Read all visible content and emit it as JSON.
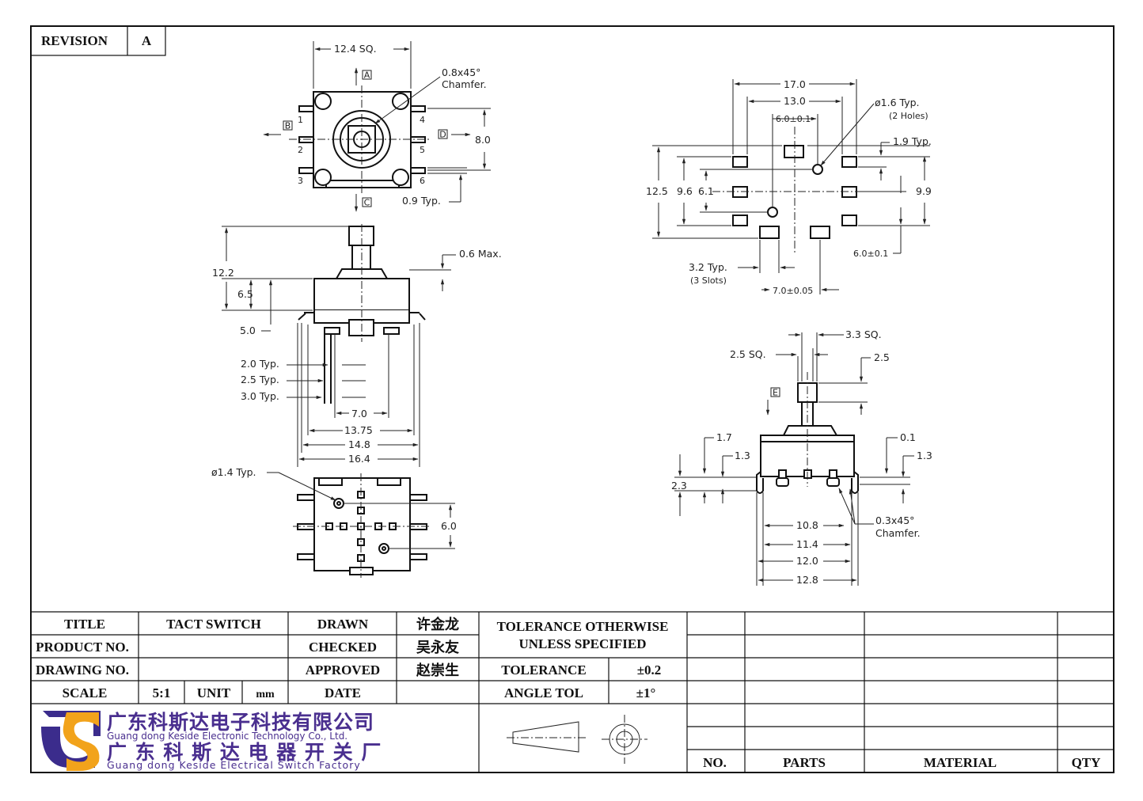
{
  "revision": {
    "label": "REVISION",
    "value": "A"
  },
  "title_block": {
    "title_label": "TITLE",
    "title_value": "TACT SWITCH",
    "product_no_label": "PRODUCT NO.",
    "product_no_value": "",
    "drawing_no_label": "DRAWING NO.",
    "drawing_no_value": "",
    "scale_label": "SCALE",
    "scale_value": "5:1",
    "unit_label": "UNIT",
    "unit_value": "mm",
    "drawn_label": "DRAWN",
    "drawn_value": "许金龙",
    "checked_label": "CHECKED",
    "checked_value": "吴永友",
    "approved_label": "APPROVED",
    "approved_value": "赵崇生",
    "date_label": "DATE",
    "date_value": ""
  },
  "tolerance": {
    "heading_line1": "TOLERANCE OTHERWISE",
    "heading_line2": "UNLESS SPECIFIED",
    "tolerance_label": "TOLERANCE",
    "tolerance_value": "±0.2",
    "angle_label": "ANGLE TOL",
    "angle_value": "±1°"
  },
  "parts_list": {
    "no": "NO.",
    "parts": "PARTS",
    "material": "MATERIAL",
    "qty": "QTY"
  },
  "company": {
    "name_cn_1": "广东科斯达电子科技有限公司",
    "name_en_1": "Guang dong Keside  Electronic Technology Co., Ltd.",
    "name_cn_2": "广 东 科 斯 达 电 器 开 关 厂",
    "name_en_2": "Guang dong Keside Electrical Switch Factory"
  },
  "top_view": {
    "width": "12.4 SQ.",
    "chamfer_1": "0.8x45°",
    "chamfer_2": "Chamfer.",
    "height": "8.0",
    "pitch": "0.9 Typ.",
    "datum_a": "A",
    "datum_b": "B",
    "datum_c": "C",
    "datum_d": "D",
    "pins": [
      "1",
      "2",
      "3",
      "4",
      "5",
      "6"
    ]
  },
  "side_view": {
    "total_height": "12.2",
    "body_height": "6.5",
    "base_height": "5.0",
    "overhang": "0.6 Max.",
    "typ_1": "2.0 Typ.",
    "typ_2": "2.5 Typ.",
    "typ_3": "3.0 Typ.",
    "w_1": "7.0",
    "w_2": "13.75",
    "w_3": "14.8",
    "w_4": "16.4"
  },
  "bottom_view": {
    "hole": "ø1.4 Typ.",
    "spacing": "6.0"
  },
  "pcb_layout": {
    "w_1": "17.0",
    "w_2": "13.0",
    "w_3": "6.0±0.1",
    "hole": "ø1.6  Typ.",
    "holes": "(2 Holes)",
    "pad": "1.9  Typ.",
    "h_1": "12.5",
    "h_2": "9.6",
    "h_3": "6.1",
    "h_4": "9.9",
    "h_5": "6.0±0.1",
    "slot": "3.2  Typ.",
    "slots": "(3 Slots)",
    "slot_spacing": "7.0±0.05"
  },
  "front_view": {
    "knob_1": "3.3 SQ.",
    "knob_2": "2.5 SQ.",
    "knob_h": "2.5",
    "datum_e": "E",
    "d_1": "1.7",
    "d_2": "1.3",
    "d_3": "0.1",
    "d_4": "1.3",
    "d_5": "2.3",
    "chamfer_1": "0.3x45°",
    "chamfer_2": "Chamfer.",
    "w_1": "10.8",
    "w_2": "11.4",
    "w_3": "12.0",
    "w_4": "12.8"
  }
}
